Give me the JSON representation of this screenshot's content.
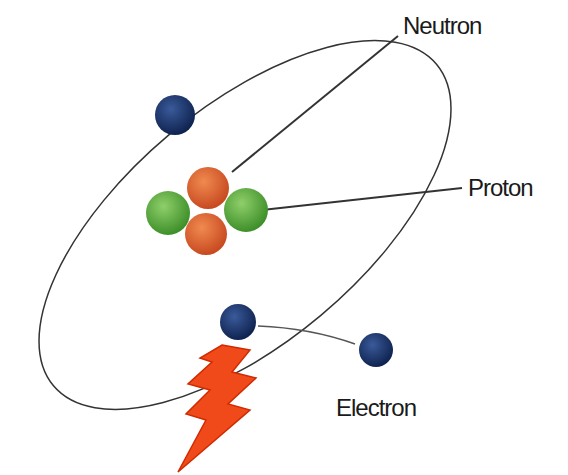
{
  "diagram": {
    "labels": [
      "Neutron",
      "Proton",
      "Electron"
    ]
  }
}
